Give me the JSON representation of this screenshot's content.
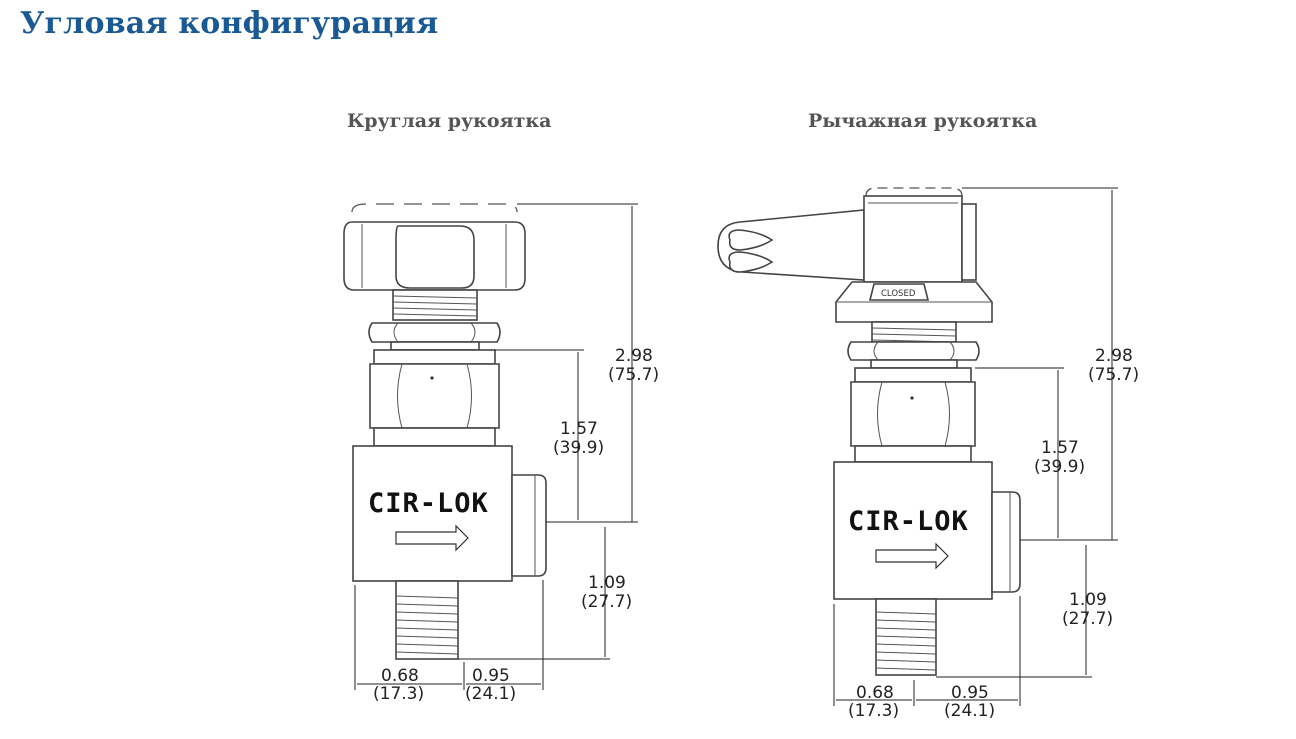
{
  "page": {
    "title": "Угловая конфигурация"
  },
  "left": {
    "title": "Круглая рукоятка",
    "brand": "CIR-LOK",
    "dims": {
      "total": {
        "in": "2.98",
        "mm": "(75.7)"
      },
      "upper": {
        "in": "1.57",
        "mm": "(39.9)"
      },
      "lower": {
        "in": "1.09",
        "mm": "(27.7)"
      },
      "width_left": {
        "in": "0.68",
        "mm": "(17.3)"
      },
      "width_right": {
        "in": "0.95",
        "mm": "(24.1)"
      }
    }
  },
  "right": {
    "title": "Рычажная рукоятка",
    "brand": "CIR-LOK",
    "handle_label": "CLOSED",
    "dims": {
      "total": {
        "in": "2.98",
        "mm": "(75.7)"
      },
      "upper": {
        "in": "1.57",
        "mm": "(39.9)"
      },
      "lower": {
        "in": "1.09",
        "mm": "(27.7)"
      },
      "width_left": {
        "in": "0.68",
        "mm": "(17.3)"
      },
      "width_right": {
        "in": "0.95",
        "mm": "(24.1)"
      }
    }
  },
  "colors": {
    "title": "#1a5a94",
    "subtitle": "#555555",
    "outline": "#444444"
  }
}
